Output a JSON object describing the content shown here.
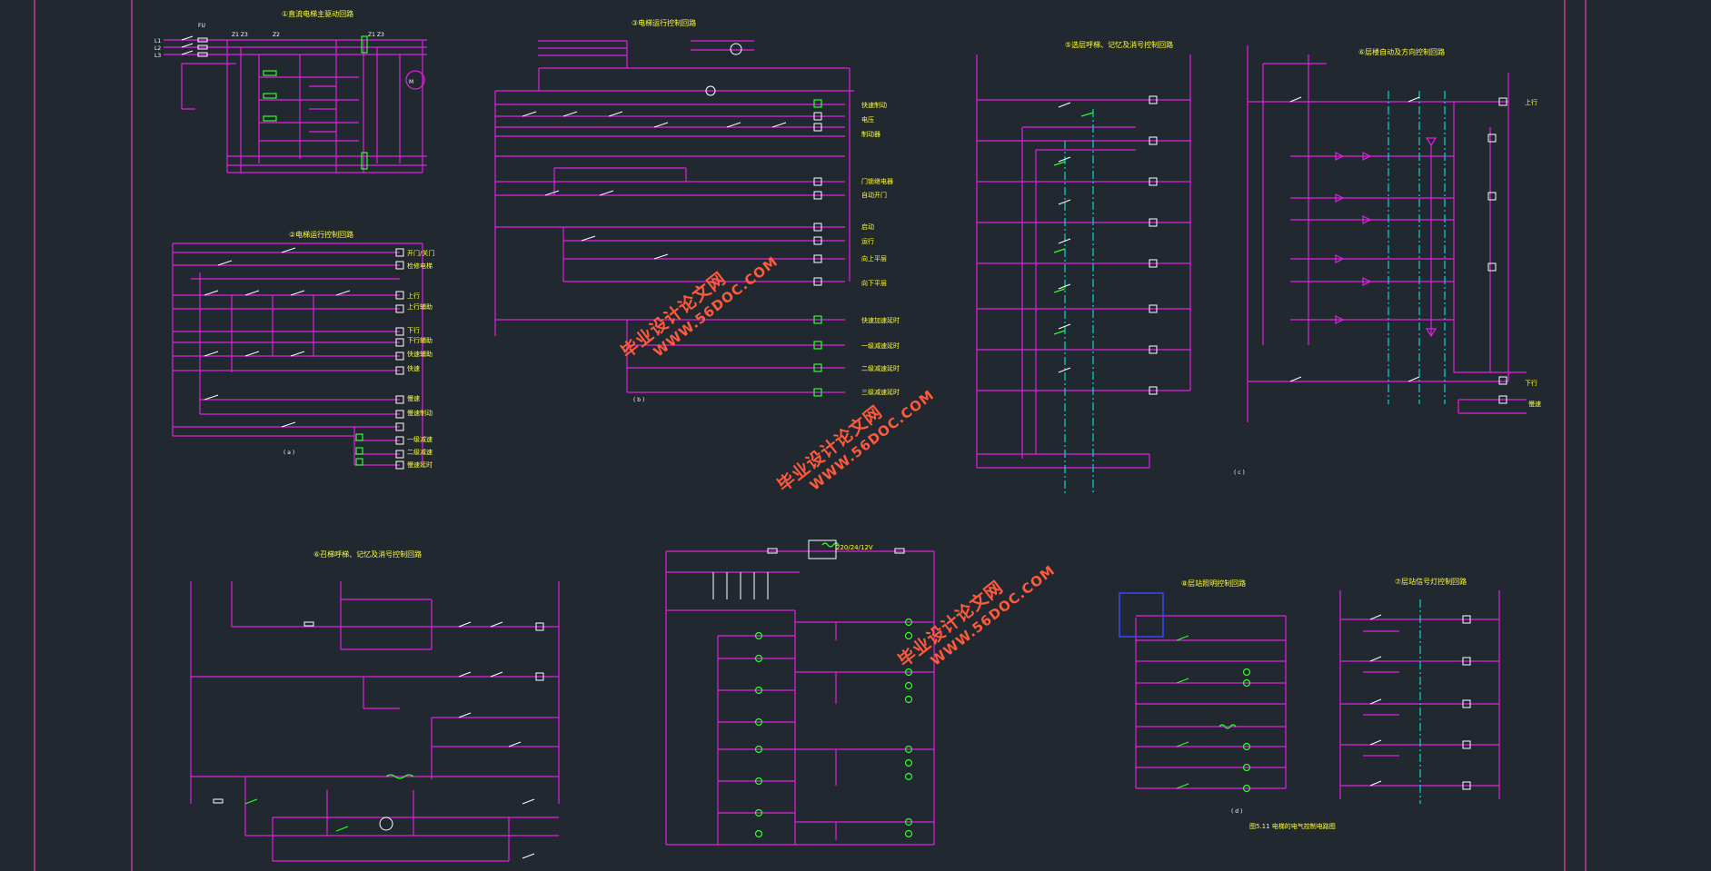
{
  "titles": {
    "main_circuit": "①直流电梯主驱动回路",
    "door_control": "②电梯运行控制回路",
    "run_control": "③电梯运行控制回路",
    "floor_select": "⑤选层呼梯、记忆及消号控制回路",
    "auto_level": "⑥层楼自动及方向控制回路",
    "call_signal": "⑥召梯呼梯、记忆及消号控制回路",
    "floor_light": "⑧层站照明控制回路",
    "direction_light": "⑦层站信号灯控制回路",
    "caption": "图5.11 电梯的电气控制电路图"
  },
  "sub_labels": {
    "a": "( a )",
    "b": "( b )",
    "c": "( c )",
    "d": "( d )"
  },
  "transformer_rating": "220/24/12V",
  "watermarks": [
    {
      "text": "毕业设计论文网",
      "url": "WWW.56DOC.COM"
    },
    {
      "text": "毕业设计论文网",
      "url": "WWW.56DOC.COM"
    },
    {
      "text": "毕业设计论文网",
      "url": "WWW.56DOC.COM"
    }
  ],
  "coil_labels_a": [
    "开门/关门",
    "检修电梯",
    "上行",
    "上行辅助",
    "下行",
    "下行辅助",
    "快速辅助",
    "快速",
    "慢速",
    "慢速制动",
    "一级减速",
    "二级减速",
    "慢速延时"
  ],
  "coil_labels_b": [
    "快速制动",
    "电压",
    "制动器",
    "门锁继电器",
    "自动开门",
    "启动",
    "运行",
    "向上平层",
    "向下平层",
    "快速加速延时",
    "一级减速延时",
    "二级减速延时",
    "三级减速延时"
  ],
  "side_labels": {
    "up": "上行",
    "down": "下行",
    "slow": "慢速"
  },
  "colors": {
    "wire": "#e020e0",
    "text": "#ffff33",
    "lamp": "#2bff2b",
    "centerline": "#00d8d8",
    "watermark": "#ff5a3c",
    "background": "#212830"
  }
}
